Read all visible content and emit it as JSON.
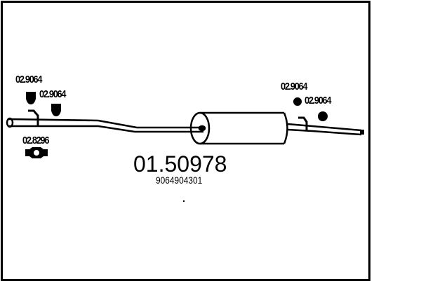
{
  "diagram": {
    "part_number": "01.50978",
    "oem_number": "9064904301",
    "labels": [
      {
        "id": "clamp-left-1",
        "text": "02.9064"
      },
      {
        "id": "clamp-left-2",
        "text": "02.9064"
      },
      {
        "id": "gasket-left",
        "text": "02.8296"
      },
      {
        "id": "clamp-right-1",
        "text": "02.9064"
      },
      {
        "id": "clamp-right-2",
        "text": "02.9064"
      }
    ],
    "colors": {
      "line": "#000000",
      "background": "#ffffff"
    }
  }
}
